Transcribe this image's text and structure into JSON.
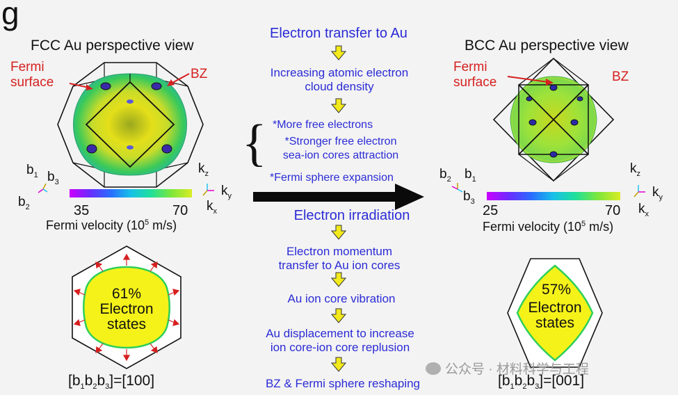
{
  "panel_letter": "g",
  "left": {
    "title": "FCC Au perspective view",
    "fermi_label": [
      "Fermi",
      "surface"
    ],
    "bz_label": "BZ",
    "basis": {
      "b1": "b",
      "b1_sub": "1",
      "b2": "b",
      "b2_sub": "2",
      "b3": "b",
      "b3_sub": "3"
    },
    "kaxes": {
      "kz": "k",
      "kz_sub": "z",
      "ky": "k",
      "ky_sub": "y",
      "kx": "k",
      "kx_sub": "x"
    },
    "colorbar_min": "35",
    "colorbar_max": "70",
    "colorbar_label": "Fermi velocity (10",
    "colorbar_exp": "5",
    "colorbar_unit": " m/s)",
    "percent": "61%",
    "states": [
      "Electron",
      "states"
    ],
    "index_prefix": "[b",
    "index_subs": [
      "1",
      "2",
      "3"
    ],
    "index_b": "b",
    "index_suffix": "]=[100]"
  },
  "right": {
    "title": "BCC Au perspective view",
    "fermi_label": [
      "Fermi",
      "surface"
    ],
    "bz_label": "BZ",
    "basis": {
      "b1": "b",
      "b1_sub": "1",
      "b2": "b",
      "b2_sub": "2",
      "b3": "b",
      "b3_sub": "3"
    },
    "kaxes": {
      "kz": "k",
      "kz_sub": "z",
      "ky": "k",
      "ky_sub": "y",
      "kx": "k",
      "kx_sub": "x"
    },
    "colorbar_min": "25",
    "colorbar_max": "70",
    "colorbar_label": "Fermi velocity (10",
    "colorbar_exp": "5",
    "colorbar_unit": " m/s)",
    "percent": "57%",
    "states": [
      "Electron",
      "states"
    ],
    "index_prefix": "[b",
    "index_subs": [
      "1",
      "2",
      "3"
    ],
    "index_b": "b",
    "index_suffix": "]=[001]"
  },
  "center": {
    "top_flow": [
      "Electron transfer to Au",
      "Increasing  atomic electron\ncloud density"
    ],
    "bullets": [
      "*More free electrons",
      "*Stronger free electron\nsea-ion cores attraction",
      "*Fermi sphere expansion"
    ],
    "bottom_flow": [
      "Electron irradiation",
      "Electron momentum\ntransfer to Au ion cores",
      "Au ion core vibration",
      "Au displacement to increase\nion core-ion core replusion",
      "BZ & Fermi sphere reshaping"
    ]
  },
  "watermark": "公众号 · 材料科学与工程",
  "colors": {
    "blue_text": "#2b2bd6",
    "red_text": "#d62020",
    "arrow_yellow": "#f2ea1c",
    "fermi_yellow": "#f5f21a",
    "fermi_green": "#2fcf5a"
  }
}
